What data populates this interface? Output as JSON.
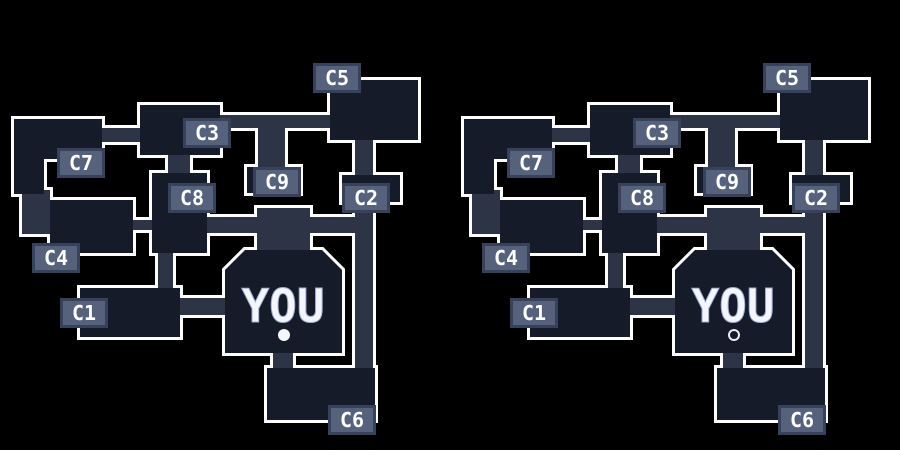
{
  "maps": [
    {
      "you_label": "YOU",
      "marker_state": "filled",
      "cameras": [
        "C1",
        "C2",
        "C3",
        "C4",
        "C5",
        "C6",
        "C7",
        "C8",
        "C9"
      ]
    },
    {
      "you_label": "YOU",
      "marker_state": "hollow",
      "cameras": [
        "C1",
        "C2",
        "C3",
        "C4",
        "C5",
        "C6",
        "C7",
        "C8",
        "C9"
      ]
    }
  ],
  "colors": {
    "background": "#000000",
    "outline": "#ffffff",
    "room": "#161b29",
    "corridor": "#2d3445",
    "label_fill": "#56617b",
    "label_border": "#38415a"
  }
}
